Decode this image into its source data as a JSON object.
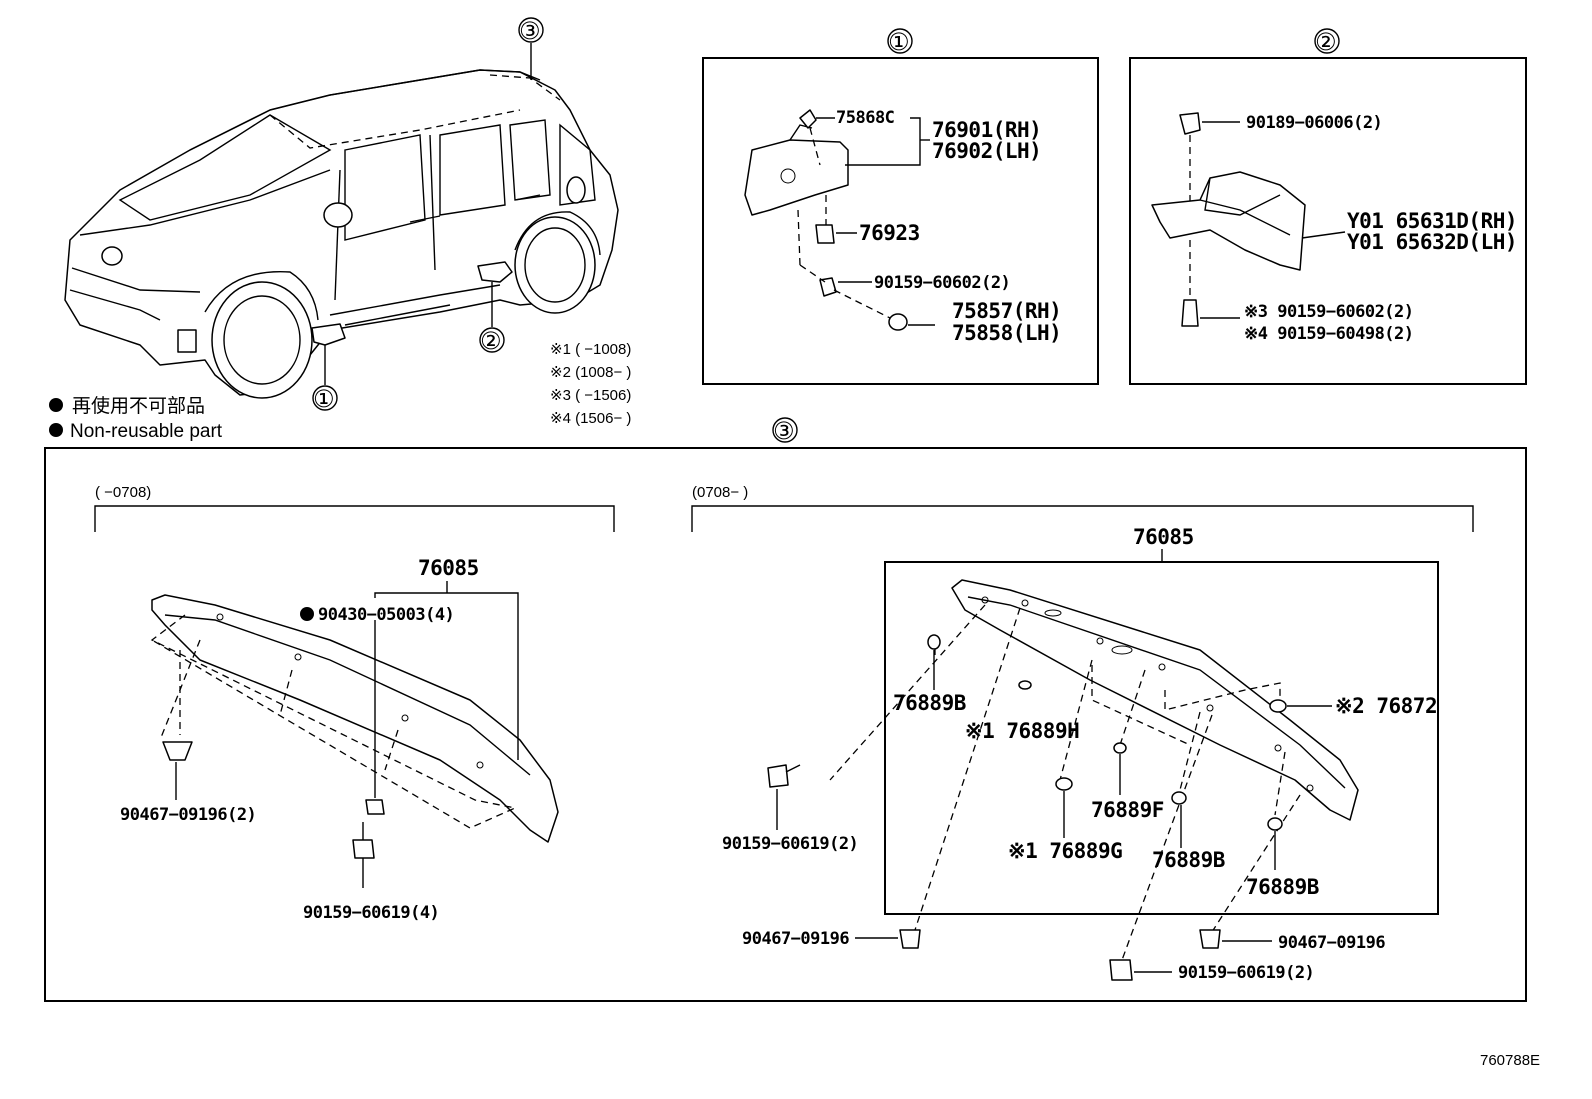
{
  "callouts": {
    "one": "①",
    "two": "②",
    "three": "③"
  },
  "legend": {
    "jp": "再使用不可部品",
    "en": "Non-reusable part"
  },
  "notes": [
    "※1 (      −1008)",
    "※2 (1008−      )",
    "※3 (      −1506)",
    "※4 (1506−      )"
  ],
  "panel1": {
    "p75868C": "75868C",
    "p76901": "76901(RH)",
    "p76902": "76902(LH)",
    "p76923": "76923",
    "p90159_60602": "90159−60602(2)",
    "p75857": "75857(RH)",
    "p75858": "75858(LH)"
  },
  "panel2": {
    "p90189": "90189−06006(2)",
    "pY01_631": "Y01 65631D(RH)",
    "pY01_632": "Y01 65632D(LH)",
    "p3": "※3 90159−60602(2)",
    "p4": "※4 90159−60498(2)"
  },
  "panel3": {
    "left_range": "(      −0708)",
    "right_range": "(0708−      )",
    "left": {
      "assy": "76085",
      "p90430": "90430−05003(4)",
      "p90467": "90467−09196(2)",
      "p90159": "90159−60619(4)"
    },
    "right": {
      "assy": "76085",
      "p76889B_a": "76889B",
      "p76889H": "※1 76889H",
      "p76889F": "76889F",
      "p76889G": "※1 76889G",
      "p76889B_b": "76889B",
      "p76889B_c": "76889B",
      "p76872": "※2 76872",
      "p90159_a": "90159−60619(2)",
      "p90467_a": "90467−09196",
      "p90467_b": "90467−09196",
      "p90159_b": "90159−60619(2)"
    }
  },
  "figure_id": "760788E"
}
